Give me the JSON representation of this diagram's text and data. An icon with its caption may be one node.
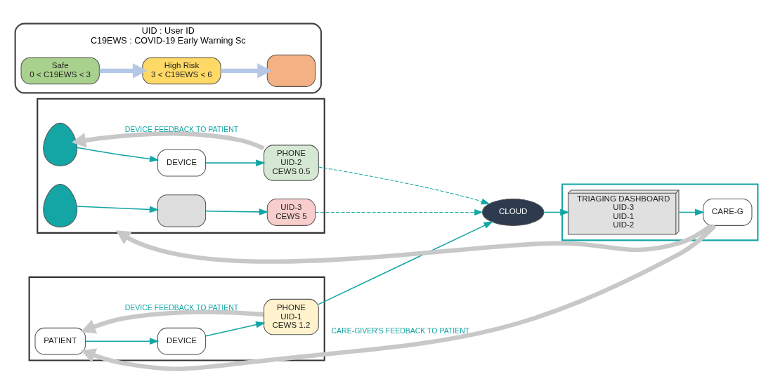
{
  "diagram": {
    "nodes": [
      {
        "text": [],
        "shape": "house"
      },
      {
        "text": [],
        "shape": "person",
        "in": 0
      },
      {
        "text": [
          "DEVICE"
        ],
        "in": 0
      },
      {
        "text": [
          "PHONE",
          "UID-2",
          "CEWS 0.5"
        ],
        "in": 0
      },
      {
        "text": [],
        "shape": "person",
        "in": 0
      },
      {
        "text": [],
        "shape": "box",
        "in": 0
      },
      {
        "text": [
          "UID-3",
          "CEWS 5"
        ],
        "in": 0
      },
      {
        "text": [],
        "shape": "house"
      },
      {
        "text": [
          "PATIENT"
        ],
        "in": 7
      },
      {
        "text": [
          "DEVICE"
        ],
        "in": 7
      },
      {
        "text": [
          "PHONE",
          "UID-1",
          "CEWS 1.2"
        ],
        "in": 7
      },
      {
        "text": [
          "CLOUD"
        ]
      },
      {
        "text": [],
        "shape": "house"
      },
      {
        "text": [
          "TRIAGING DASHBOARD",
          "UID-3",
          "UID-1",
          "UID-2"
        ],
        "in": 12
      },
      {
        "text": [
          "CARE-G"
        ],
        "in": 12
      },
      {
        "text": [
          "UID : User ID",
          "C19EWS : COVID-19 Early Warning Sc"
        ]
      },
      {
        "text": [
          "Safe",
          "0 < C19EWS < 3"
        ],
        "in": 15
      },
      {
        "text": [
          "High Risk",
          "3 < C19EWS < 6"
        ],
        "in": 15
      },
      {
        "text": [],
        "shape": "box",
        "in": 15
      }
    ],
    "edges": [
      {
        "from": 1,
        "to": 2,
        "arrow": "to"
      },
      {
        "from": 2,
        "to": 3,
        "arrow": "to"
      },
      {
        "from": 3,
        "to": 1,
        "arrow": "to",
        "label": "DEVICE FEEDBACK TO PATIENT",
        "style": "thick",
        "color": "#c8c8c8"
      },
      {
        "from": 4,
        "to": 5,
        "arrow": "to"
      },
      {
        "from": 5,
        "to": 6,
        "arrow": "to"
      },
      {
        "from": 3,
        "to": 11,
        "arrow": "to",
        "style": "dashed"
      },
      {
        "from": 6,
        "to": 11,
        "arrow": "to",
        "style": "dashed"
      },
      {
        "from": 8,
        "to": 9,
        "arrow": "to"
      },
      {
        "from": 9,
        "to": 10,
        "arrow": "to"
      },
      {
        "from": 10,
        "to": 8,
        "arrow": "to",
        "label": "DEVICE FEEDBACK TO PATIENT",
        "style": "thick",
        "color": "#c8c8c8"
      },
      {
        "from": 10,
        "to": 11,
        "arrow": "to"
      },
      {
        "from": 11,
        "to": 13,
        "arrow": "to"
      },
      {
        "from": 13,
        "to": 14,
        "arrow": "to"
      },
      {
        "from": 14,
        "to": 8,
        "arrow": "to",
        "label": "CARE-GIVER'S FEEDBACK TO PATIENT",
        "style": "thick",
        "color": "#c8c8c8"
      },
      {
        "from": 14,
        "to": 0,
        "arrow": "to",
        "style": "thick",
        "color": "#c8c8c8"
      },
      {
        "from": 16,
        "to": 17,
        "arrow": "to",
        "style": "thick",
        "color": "#b4c7e7"
      },
      {
        "from": 17,
        "to": 18,
        "arrow": "to",
        "style": "thick",
        "color": "#b4c7e7"
      }
    ]
  }
}
